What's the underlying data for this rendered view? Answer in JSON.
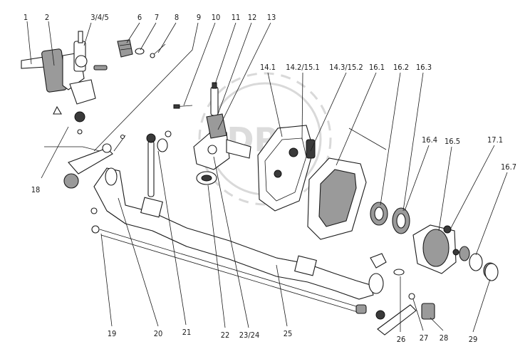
{
  "watermark": {
    "text": "DPX",
    "color": "#d9d9d9"
  },
  "callouts": [
    {
      "id": "c1",
      "text": "1"
    },
    {
      "id": "c2",
      "text": "2"
    },
    {
      "id": "c345",
      "text": "3/4/5"
    },
    {
      "id": "c6",
      "text": "6"
    },
    {
      "id": "c7",
      "text": "7"
    },
    {
      "id": "c8",
      "text": "8"
    },
    {
      "id": "c9",
      "text": "9"
    },
    {
      "id": "c10",
      "text": "10"
    },
    {
      "id": "c11",
      "text": "11"
    },
    {
      "id": "c12",
      "text": "12"
    },
    {
      "id": "c13",
      "text": "13"
    },
    {
      "id": "c141",
      "text": "14.1"
    },
    {
      "id": "c142",
      "text": "14.2/15.1"
    },
    {
      "id": "c143",
      "text": "14.3/15.2"
    },
    {
      "id": "c161",
      "text": "16.1"
    },
    {
      "id": "c162",
      "text": "16.2"
    },
    {
      "id": "c163",
      "text": "16.3"
    },
    {
      "id": "c164",
      "text": "16.4"
    },
    {
      "id": "c165",
      "text": "16.5"
    },
    {
      "id": "c171",
      "text": "17.1"
    },
    {
      "id": "c167",
      "text": "16.7"
    },
    {
      "id": "c18",
      "text": "18"
    },
    {
      "id": "c19",
      "text": "19"
    },
    {
      "id": "c20",
      "text": "20"
    },
    {
      "id": "c21",
      "text": "21"
    },
    {
      "id": "c22",
      "text": "22"
    },
    {
      "id": "c2324",
      "text": "23/24"
    },
    {
      "id": "c25",
      "text": "25"
    },
    {
      "id": "c26",
      "text": "26"
    },
    {
      "id": "c27",
      "text": "27"
    },
    {
      "id": "c28",
      "text": "28"
    },
    {
      "id": "c29",
      "text": "29"
    }
  ]
}
